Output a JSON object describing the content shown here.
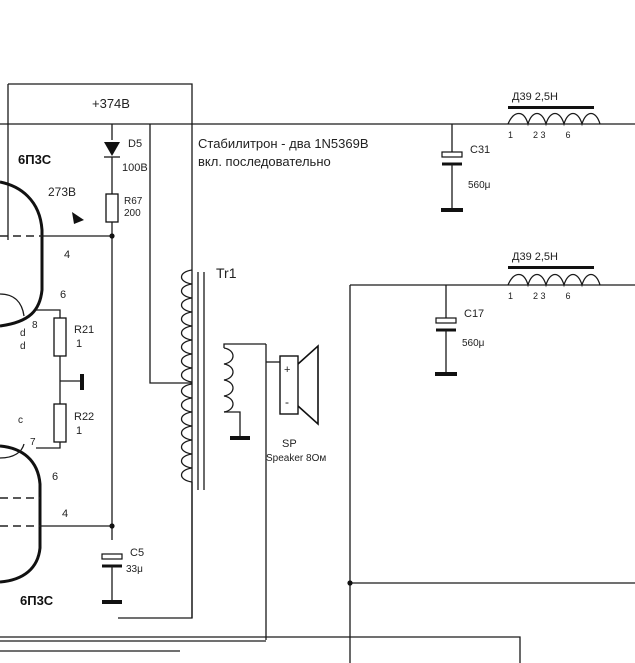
{
  "labels": {
    "supply_voltage": "+374В",
    "note_line1": "Стабилитрон - два 1N5369В",
    "note_line2": "вкл. последовательно",
    "tube_top": "6П3С",
    "tube_bottom": "6П3С",
    "cathode_voltage": "273В",
    "pin4_top": "4",
    "pin6_top": "6",
    "pin8": "8",
    "pin_d1": "d",
    "pin_d2": "d",
    "pin_c": "c",
    "pin7": "7",
    "pin6_bottom": "6",
    "pin4_bottom": "4",
    "d5_ref": "D5",
    "d5_value": "100В",
    "r67_ref": "R67",
    "r67_value": "200",
    "r21_ref": "R21",
    "r21_value": "1",
    "r22_ref": "R22",
    "r22_value": "1",
    "c5_ref": "C5",
    "c5_value": "33μ",
    "tr1_ref": "Tr1",
    "sp_ref": "SP",
    "sp_value": "Speaker 8Ом",
    "sp_plus": "+",
    "sp_minus": "-",
    "c31_ref": "C31",
    "c31_value": "560μ",
    "c17_ref": "C17",
    "c17_value": "560μ",
    "choke1_name": "Д39  2,5Н",
    "choke1_pins": "1        2 3        6",
    "choke2_name": "Д39  2,5Н",
    "choke2_pins": "1        2 3        6"
  }
}
